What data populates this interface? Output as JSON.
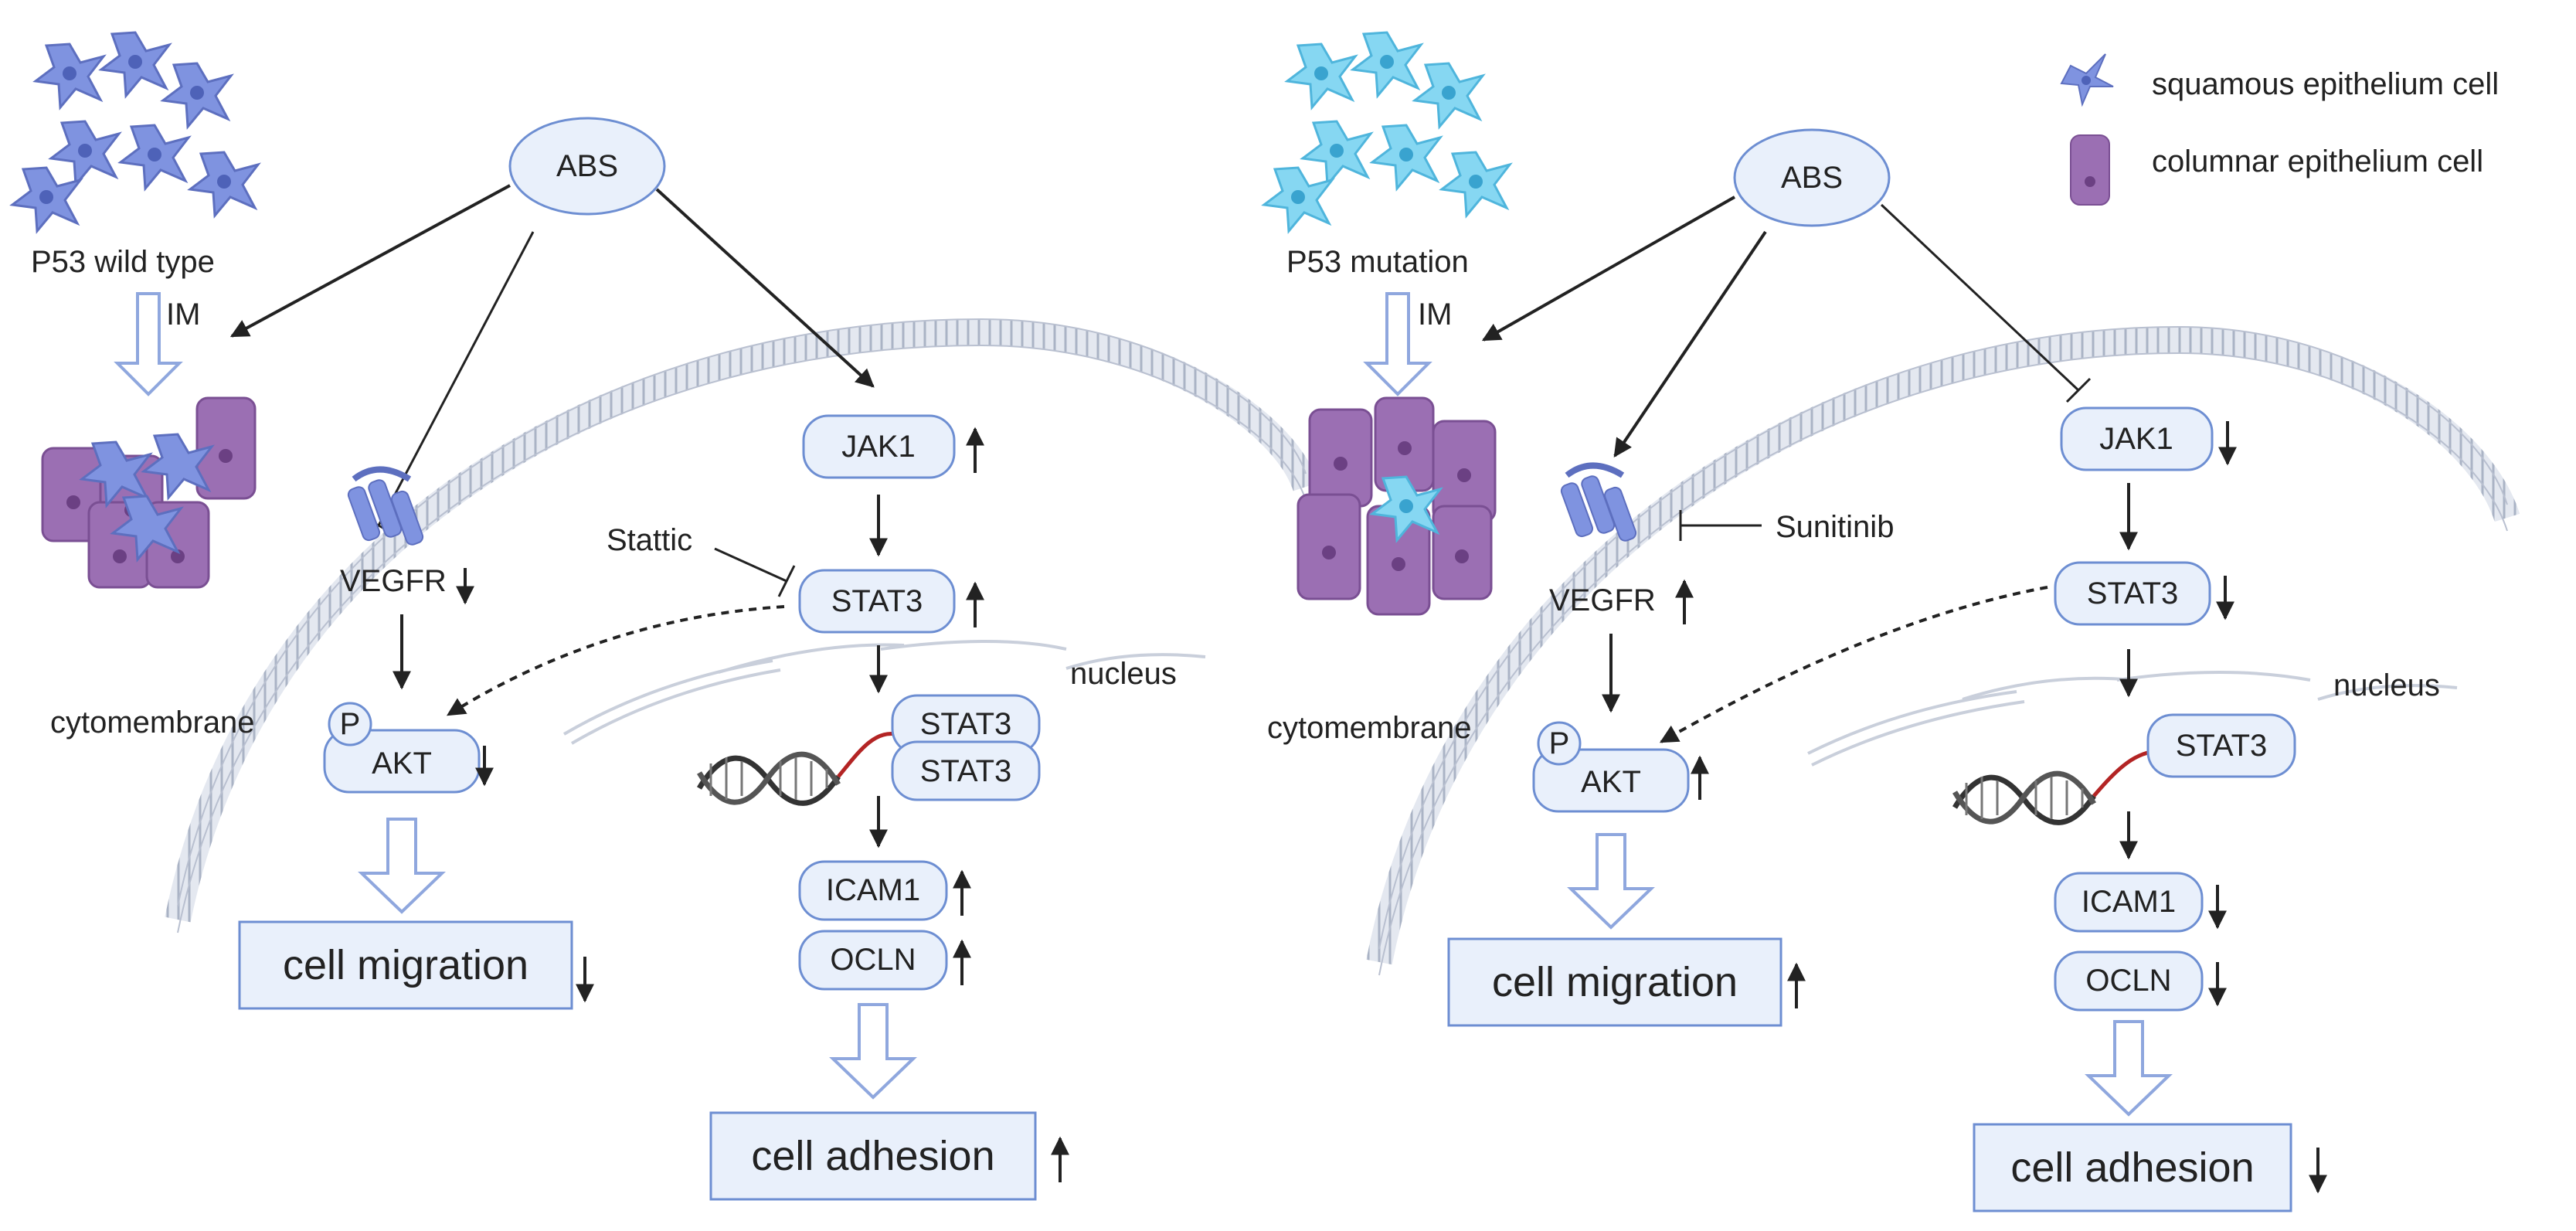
{
  "colors": {
    "node_fill": "#e9f0fb",
    "node_stroke": "#6d8ed2",
    "squamous_cell": "#7f93e0",
    "squamous_cell_mutant": "#86d7f2",
    "columnar_cell": "#9b6fb3",
    "membrane": "#c6ccd9",
    "dna_highlight": "#b32424"
  },
  "icons": {
    "squamous": "squamous-cell-icon",
    "columnar": "columnar-cell-icon",
    "receptor": "vegfr-receptor-icon",
    "dna": "dna-helix-icon",
    "arrow_up": "up-arrow-icon",
    "arrow_down": "down-arrow-icon"
  },
  "legend": {
    "squamous": "squamous epithelium cell",
    "columnar": "columnar epithelium cell"
  },
  "left": {
    "cell_label": "P53 wild type",
    "im": "IM",
    "abs": "ABS",
    "jak1": "JAK1",
    "stat3": "STAT3",
    "stat3_dimer_a": "STAT3",
    "stat3_dimer_b": "STAT3",
    "stattic": "Stattic",
    "nucleus": "nucleus",
    "vegfr": "VEGFR",
    "p": "P",
    "akt": "AKT",
    "cytomembrane": "cytomembrane",
    "icam1": "ICAM1",
    "ocln": "OCLN",
    "cell_migration": "cell migration",
    "cell_adhesion": "cell adhesion",
    "directions": {
      "jak1": "up",
      "stat3": "up",
      "vegfr": "down",
      "akt": "down",
      "icam1": "up",
      "ocln": "up",
      "cell_migration": "down",
      "cell_adhesion": "up"
    }
  },
  "right": {
    "cell_label": "P53 mutation",
    "im": "IM",
    "abs": "ABS",
    "jak1": "JAK1",
    "stat3": "STAT3",
    "stat3_nuclear": "STAT3",
    "sunitinib": "Sunitinib",
    "nucleus": "nucleus",
    "vegfr": "VEGFR",
    "p": "P",
    "akt": "AKT",
    "cytomembrane": "cytomembrane",
    "icam1": "ICAM1",
    "ocln": "OCLN",
    "cell_migration": "cell migration",
    "cell_adhesion": "cell adhesion",
    "directions": {
      "jak1": "down",
      "stat3": "down",
      "vegfr": "up",
      "akt": "up",
      "icam1": "down",
      "ocln": "down",
      "cell_migration": "up",
      "cell_adhesion": "down"
    }
  }
}
